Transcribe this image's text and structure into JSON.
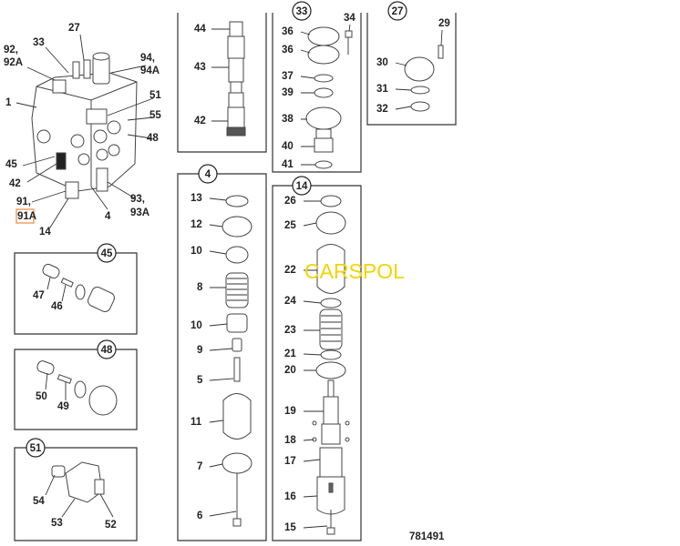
{
  "watermark": "CARSPOL",
  "reference_number": "781491",
  "main_assembly": {
    "labels": [
      "27",
      "33",
      "92,",
      "92A",
      "94,",
      "94A",
      "1",
      "51",
      "55",
      "48",
      "45",
      "42",
      "91,",
      "91A",
      "14",
      "4",
      "93,",
      "93A"
    ],
    "highlighted_label": "91A",
    "highlight_color": "#f0a060"
  },
  "box_44": {
    "labels": [
      "44",
      "43",
      "42"
    ]
  },
  "box_33": {
    "callout": "33",
    "labels": [
      "34",
      "36",
      "36",
      "37",
      "39",
      "38",
      "40",
      "41"
    ]
  },
  "box_27": {
    "callout": "27",
    "labels": [
      "29",
      "30",
      "31",
      "32"
    ]
  },
  "box_4": {
    "callout": "4",
    "labels": [
      "13",
      "12",
      "10",
      "8",
      "10",
      "9",
      "5",
      "11",
      "7",
      "6"
    ]
  },
  "box_14": {
    "callout": "14",
    "labels": [
      "26",
      "25",
      "22",
      "24",
      "23",
      "21",
      "20",
      "19",
      "18",
      "17",
      "16",
      "15"
    ]
  },
  "box_45": {
    "callout": "45",
    "labels": [
      "47",
      "46"
    ]
  },
  "box_48": {
    "callout": "48",
    "labels": [
      "50",
      "49"
    ]
  },
  "box_51": {
    "callout": "51",
    "labels": [
      "54",
      "53",
      "52"
    ]
  },
  "colors": {
    "watermark": "#f2d400",
    "line": "#333333"
  }
}
